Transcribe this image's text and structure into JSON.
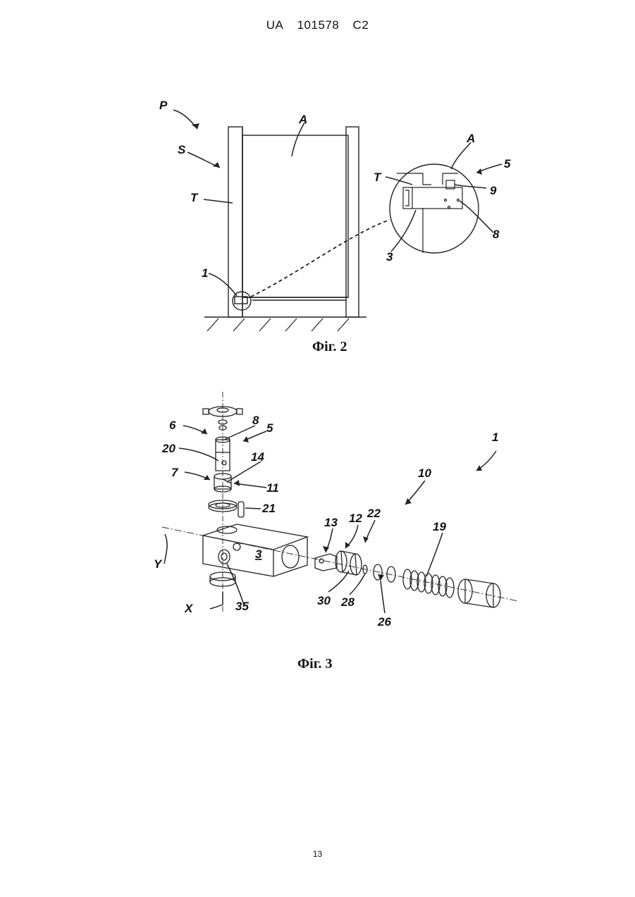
{
  "header": {
    "country": "UA",
    "number": "101578",
    "kind": "C2"
  },
  "figures": [
    {
      "caption": "Фіг. 2",
      "labels": {
        "P": "P",
        "S": "S",
        "T_left": "T",
        "A_top": "A",
        "one": "1",
        "A_detail": "A",
        "five": "5",
        "T_detail": "T",
        "nine": "9",
        "eight": "8",
        "three": "3"
      }
    },
    {
      "caption": "Фіг. 3",
      "labels": {
        "six": "6",
        "eight": "8",
        "five": "5",
        "twenty": "20",
        "fourteen": "14",
        "seven": "7",
        "eleven": "11",
        "twentyone": "21",
        "three": "3",
        "Y": "Y",
        "X": "X",
        "thirtyfive": "35",
        "one": "1",
        "ten": "10",
        "thirteen": "13",
        "twelve": "12",
        "twentytwo": "22",
        "nineteen": "19",
        "thirty": "30",
        "twentyeight": "28",
        "twentysix": "26"
      }
    }
  ],
  "page_number": "13"
}
